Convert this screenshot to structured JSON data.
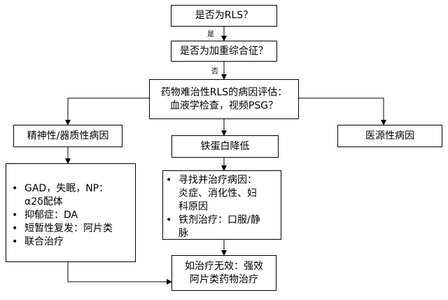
{
  "nodes": {
    "rls_question": "是否为RLS？",
    "aggravation_question": "是否为加重综合征？",
    "refractory_eval_line1": "药物难治性RLS的病因评估：",
    "refractory_eval_line2": "血液学检查，视频PSG？",
    "psychiatric_organic": "精神性/器质性病因",
    "low_ferritin": "铁蛋白降低",
    "iatrogenic": "医源性病因",
    "opioid_line1": "如治疗无效：强效",
    "opioid_line2": "阿片类药物治疗"
  },
  "edge_labels": {
    "yes": "是",
    "no": "否"
  },
  "left_box_items": [
    {
      "line1": "GAD，失眠，NP：",
      "line2": "α2δ配体"
    },
    {
      "line1": "抑郁症：DA"
    },
    {
      "line1": "短暂性复发：阿片类"
    },
    {
      "line1": "联合治疗"
    }
  ],
  "middle_box_items": [
    {
      "line1": "寻找并治疗病因：",
      "line2": "炎症、消化性、妇",
      "line3": "科原因"
    },
    {
      "line1": "铁剂治疗：口服/静",
      "line2": "脉"
    }
  ]
}
